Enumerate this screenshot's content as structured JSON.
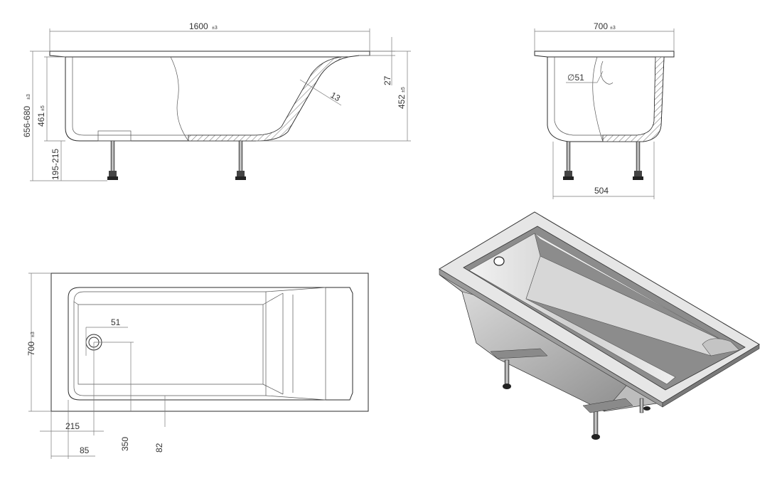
{
  "dimensions": {
    "side_length": "1600",
    "side_length_tol": "±3",
    "total_height": "656-680",
    "total_height_tol": "±3",
    "inner_depth": "461",
    "inner_depth_tol": "±5",
    "leg_height": "195-215",
    "rim_thickness": "27",
    "outer_depth": "452",
    "outer_depth_tol": "±5",
    "slope_wall": "13",
    "end_width": "700",
    "end_width_tol": "±3",
    "drain_diameter_end": "∅51",
    "leg_spacing": "504",
    "top_width": "700",
    "top_width_tol": "±3",
    "drain_dia_top": "51",
    "drain_offset_x": "215",
    "drain_offset_edge": "85",
    "drain_offset_y": "350",
    "overflow_offset": "82"
  }
}
